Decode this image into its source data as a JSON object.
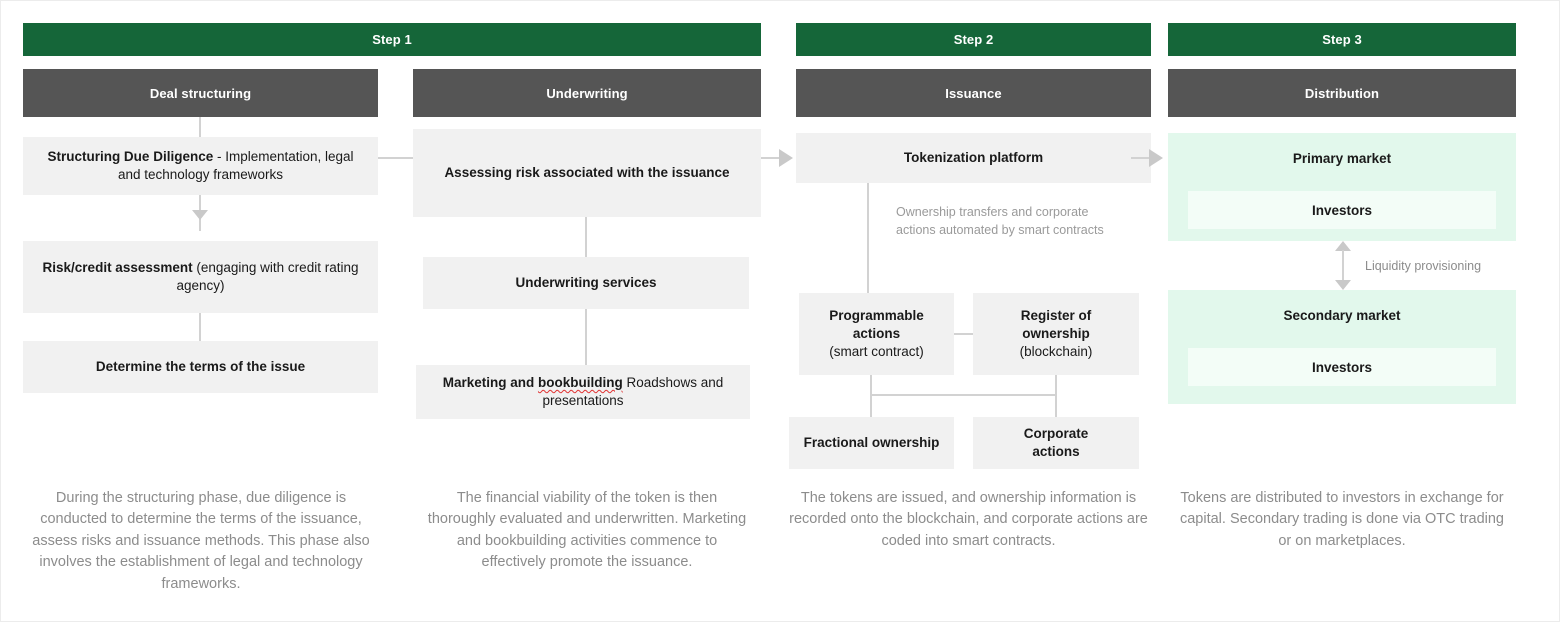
{
  "diagram": {
    "title_visible": false,
    "colors": {
      "step_header_green": "#156639",
      "phase_header_grey": "#555555",
      "box_grey": "#f1f1f1",
      "market_mint": "#e2f8ec",
      "market_inner_mint": "#f3fdf7",
      "connector_grey": "#d2d2d2",
      "caption_grey": "#8c8c8c"
    },
    "steps": [
      {
        "id": "step1",
        "label": "Step 1"
      },
      {
        "id": "step2",
        "label": "Step 2"
      },
      {
        "id": "step3",
        "label": "Step 3"
      }
    ],
    "phases": [
      {
        "id": "deal-structuring",
        "label": "Deal structuring"
      },
      {
        "id": "underwriting",
        "label": "Underwriting"
      },
      {
        "id": "issuance",
        "label": "Issuance"
      },
      {
        "id": "distribution",
        "label": "Distribution"
      }
    ],
    "deal_structuring": {
      "box1_bold": "Structuring Due Diligence",
      "box1_rest": " - Implementation, legal and technology frameworks",
      "box2_bold": "Risk/credit assessment",
      "box2_rest": " (engaging with credit rating agency)",
      "box3": "Determine the terms of the issue"
    },
    "underwriting": {
      "box1": "Assessing risk associated with the issuance",
      "box2": "Underwriting services",
      "box3_bold": "Marketing and bookbuilding",
      "box3_rest": " Roadshows and presentations"
    },
    "issuance": {
      "platform": "Tokenization platform",
      "note": "Ownership transfers and corporate actions automated by smart contracts",
      "programmable_bold": "Programmable actions",
      "programmable_sub": "(smart contract)",
      "register_bold": "Register of ownership",
      "register_sub": "(blockchain)",
      "fractional": "Fractional ownership",
      "corporate": "Corporate actions"
    },
    "distribution": {
      "primary_market": "Primary market",
      "primary_investors": "Investors",
      "liquidity_label": "Liquidity provisioning",
      "secondary_market": "Secondary market",
      "secondary_investors": "Investors"
    },
    "captions": [
      "During the structuring phase, due diligence is conducted to determine the terms of the issuance, assess risks and issuance methods. This phase also involves the establishment of legal and technology frameworks.",
      "The financial viability of the token is then thoroughly evaluated and underwritten. Marketing and bookbuilding activities commence to effectively promote the issuance.",
      "The tokens are issued, and ownership information is recorded onto the blockchain, and corporate actions are coded into smart contracts.",
      "Tokens are distributed to investors in exchange for capital. Secondary trading is done via OTC trading or on marketplaces."
    ]
  }
}
